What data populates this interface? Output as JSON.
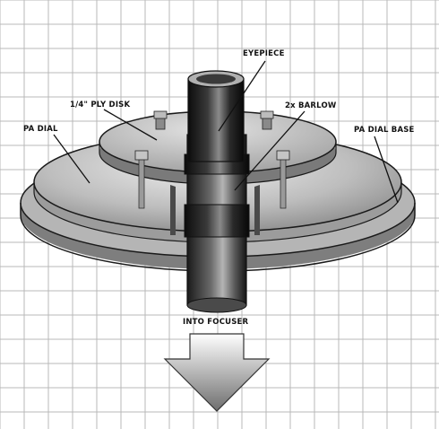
{
  "diagram": {
    "labels": {
      "eyepiece": "EYEPIECE",
      "ply_disk": "1/4\" PLY DISK",
      "barlow": "2x BARLOW",
      "pa_dial": "PA DIAL",
      "pa_dial_base": "PA DIAL BASE",
      "into_focuser": "INTO FOCUSER"
    },
    "colors": {
      "grid": "#b9b9b9",
      "dark": "#141414",
      "metal": "#9a9a9a",
      "disk": "#cfcfcf"
    }
  }
}
